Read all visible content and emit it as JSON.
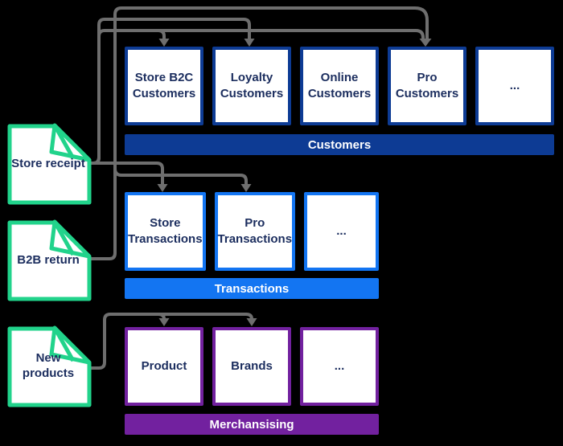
{
  "colors": {
    "background": "#000000",
    "customers_accent": "#0D3B94",
    "transactions_accent": "#1375F2",
    "merchandising_accent": "#72219F",
    "document_accent": "#21D38B",
    "arrow": "#6E6E6E",
    "label_text": "#1B2D5E",
    "banner_text": "#FFFFFF"
  },
  "documents": [
    {
      "label": "Store receipt"
    },
    {
      "label": "B2B return"
    },
    {
      "label": "New products"
    }
  ],
  "groups": [
    {
      "banner": "Customers",
      "items": [
        {
          "label": "Store B2C Customers"
        },
        {
          "label": "Loyalty Customers"
        },
        {
          "label": "Online Customers"
        },
        {
          "label": "Pro Customers"
        },
        {
          "label": "..."
        }
      ]
    },
    {
      "banner": "Transactions",
      "items": [
        {
          "label": "Store Transactions"
        },
        {
          "label": "Pro Transactions"
        },
        {
          "label": "..."
        }
      ]
    },
    {
      "banner": "Merchansising",
      "items": [
        {
          "label": "Product"
        },
        {
          "label": "Brands"
        },
        {
          "label": "..."
        }
      ]
    }
  ],
  "connections": [
    {
      "from": "Store receipt",
      "to": "Store B2C Customers"
    },
    {
      "from": "Store receipt",
      "to": "Loyalty Customers"
    },
    {
      "from": "Store receipt",
      "to": "Pro Customers"
    },
    {
      "from": "Store receipt",
      "to": "Store Transactions"
    },
    {
      "from": "B2B return",
      "to": "Pro Customers"
    },
    {
      "from": "B2B return",
      "to": "Pro Transactions"
    },
    {
      "from": "New products",
      "to": "Product"
    },
    {
      "from": "New products",
      "to": "Brands"
    }
  ]
}
